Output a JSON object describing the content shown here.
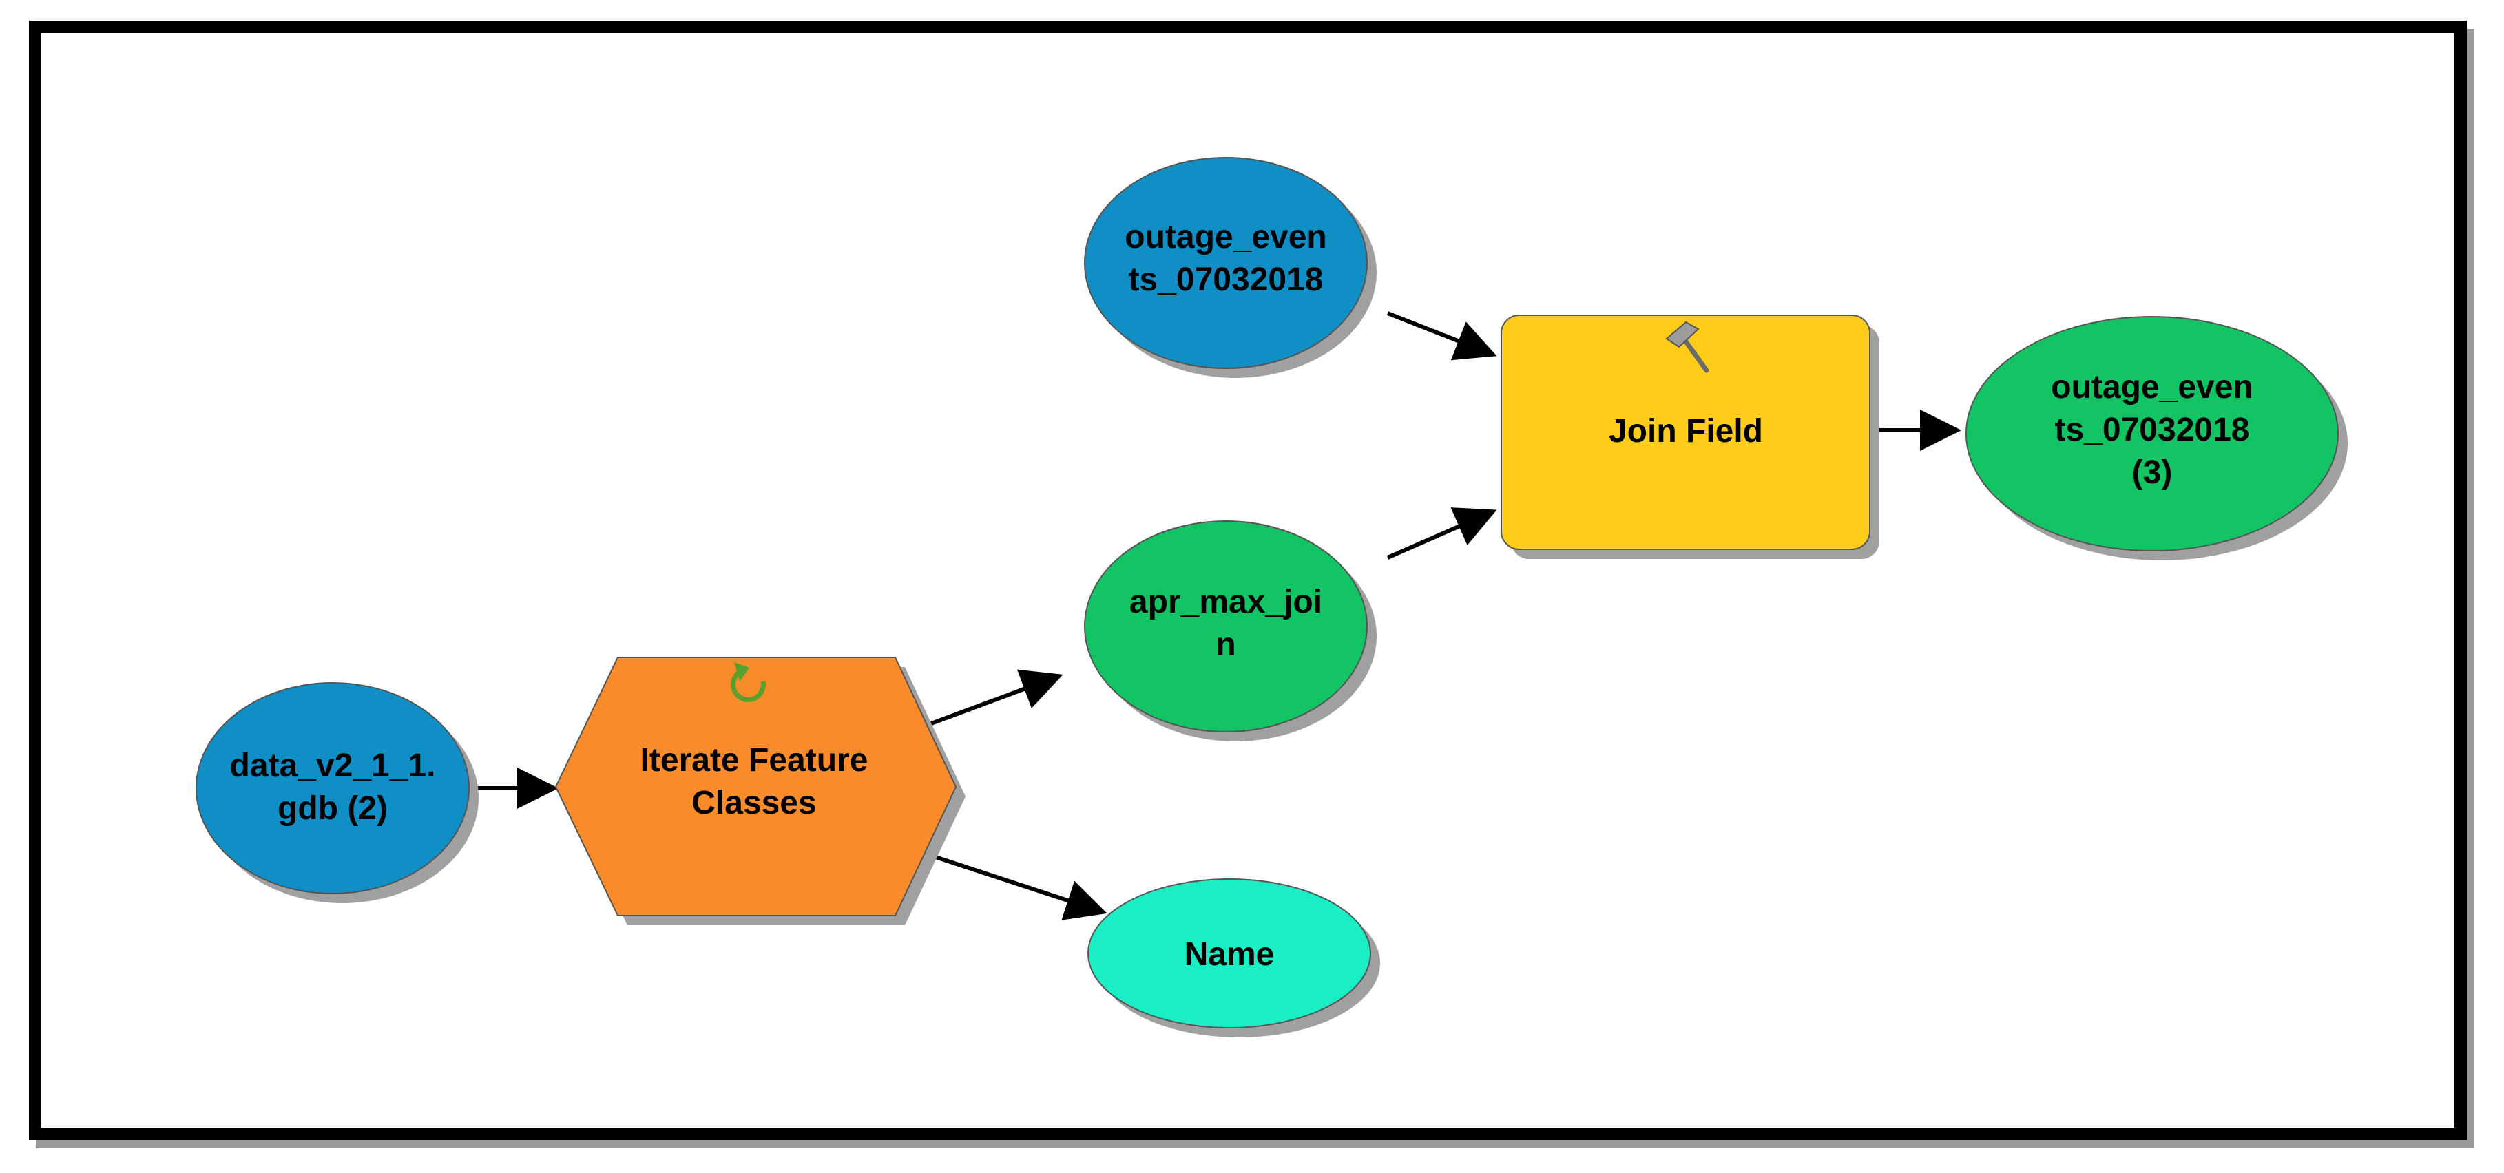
{
  "nodes": {
    "data_gdb": {
      "lines": [
        "data_v2_1_1.",
        "gdb (2)"
      ],
      "color": "#0f8fc6",
      "kind": "input-data"
    },
    "iterate": {
      "lines": [
        "Iterate Feature",
        "Classes"
      ],
      "color": "#f98b2b",
      "kind": "iterator",
      "icon": "refresh-icon",
      "icon_color": "#5aa02c"
    },
    "apr_max_join": {
      "lines": [
        "apr_max_joi",
        "n"
      ],
      "color": "#12c463",
      "kind": "derived-data"
    },
    "name": {
      "lines": [
        "Name"
      ],
      "color": "#19eec4",
      "kind": "value"
    },
    "outage_events": {
      "lines": [
        "outage_even",
        "ts_07032018"
      ],
      "color": "#0f8fc6",
      "kind": "input-data"
    },
    "join_field": {
      "lines": [
        "Join Field"
      ],
      "color": "#ffcc19",
      "kind": "tool",
      "icon": "hammer-icon"
    },
    "outage_events_3": {
      "lines": [
        "outage_even",
        "ts_07032018",
        "(3)"
      ],
      "color": "#12c463",
      "kind": "derived-data"
    }
  },
  "edges": [
    {
      "from": "data_gdb",
      "to": "iterate"
    },
    {
      "from": "iterate",
      "to": "apr_max_join"
    },
    {
      "from": "iterate",
      "to": "name"
    },
    {
      "from": "outage_events",
      "to": "join_field"
    },
    {
      "from": "apr_max_join",
      "to": "join_field"
    },
    {
      "from": "join_field",
      "to": "outage_events_3"
    }
  ],
  "colors": {
    "frame": "#000000",
    "arrow": "#000000",
    "shadow": "#a0a0a0",
    "outline": "#555555"
  }
}
